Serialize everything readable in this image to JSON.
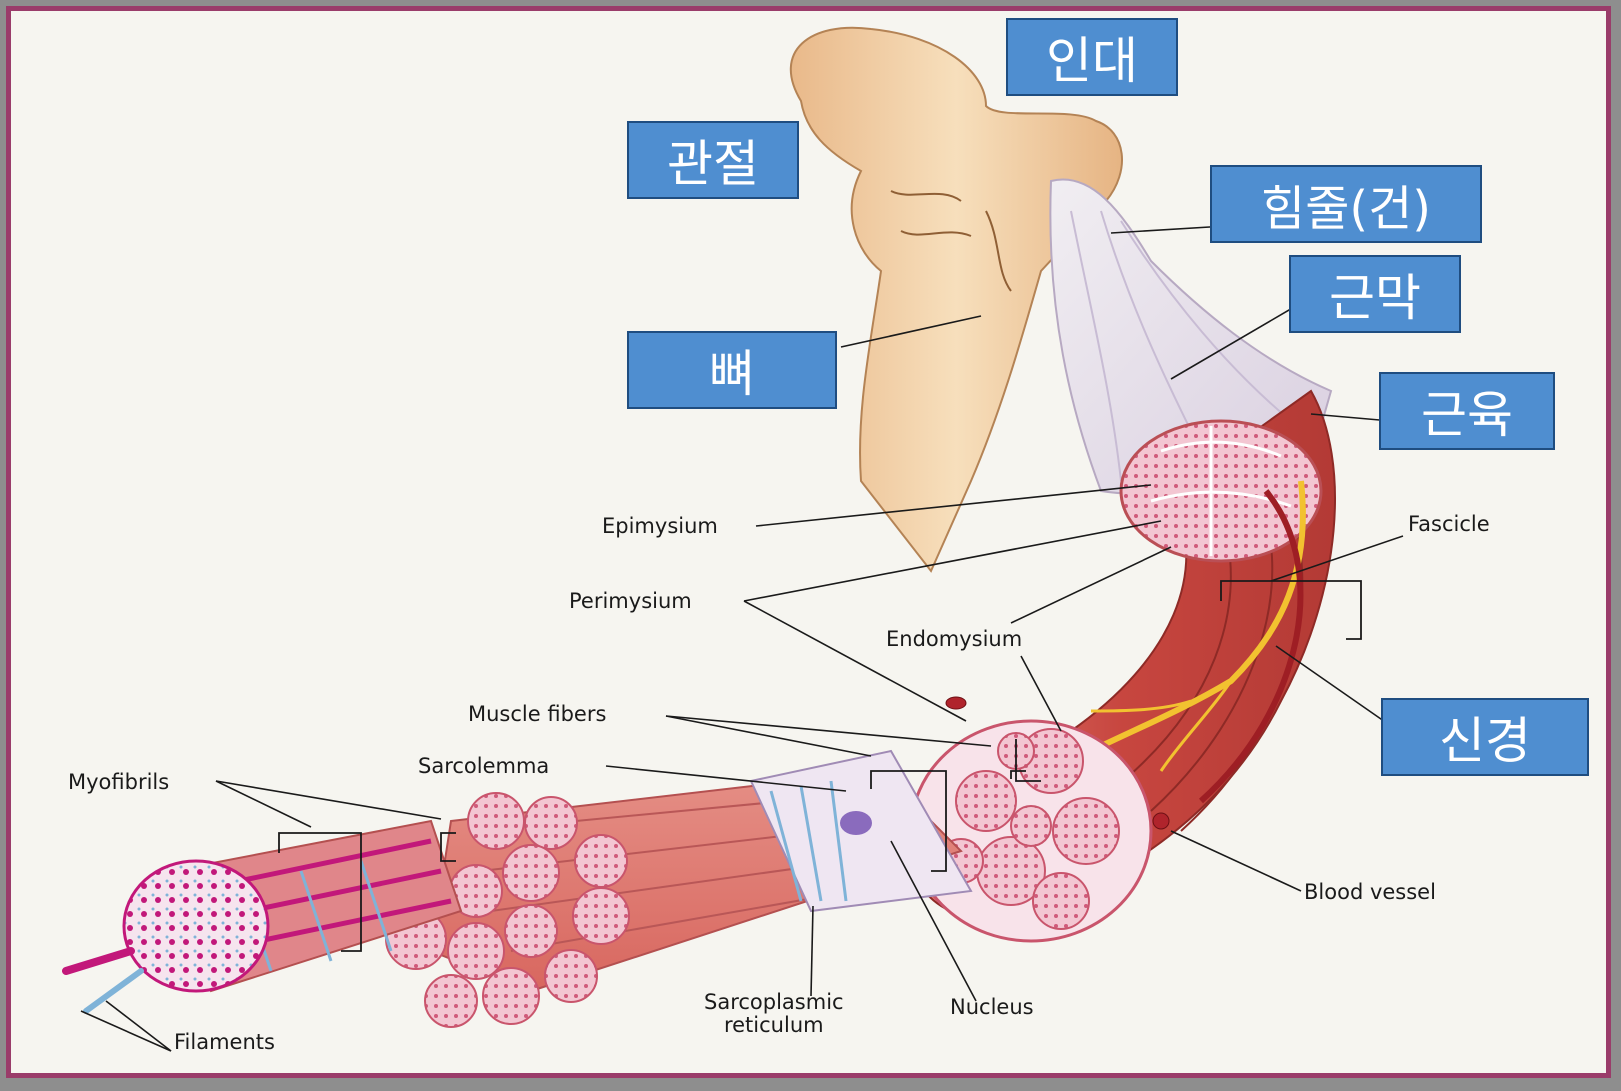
{
  "korean_labels": {
    "ligament": "인대",
    "joint": "관절",
    "tendon": "힘줄(건)",
    "fascia": "근막",
    "bone": "뼈",
    "muscle": "근육",
    "nerve": "신경"
  },
  "english_labels": {
    "epimysium": "Epimysium",
    "fascicle": "Fascicle",
    "perimysium": "Perimysium",
    "endomysium": "Endomysium",
    "muscle_fibers": "Muscle fibers",
    "sarcolemma": "Sarcolemma",
    "myofibrils": "Myofibrils",
    "blood_vessel": "Blood vessel",
    "sarcoplasmic_line1": "Sarcoplasmic",
    "sarcoplasmic_line2": "reticulum",
    "nucleus": "Nucleus",
    "filaments": "Filaments"
  },
  "colors": {
    "frame_border": "#9a3c6a",
    "label_fill": "#4f8ed0",
    "label_border": "#1f4d80",
    "bone": "#f2d2a8",
    "muscle": "#c94a4a",
    "fiber": "#e8a0b8",
    "nerve": "#f2c230"
  },
  "icons": [
    "bone-illustration",
    "tendon-illustration",
    "muscle-illustration",
    "fascicle-illustration",
    "myofibril-illustration",
    "nerve-illustration",
    "blood-vessel-illustration"
  ]
}
